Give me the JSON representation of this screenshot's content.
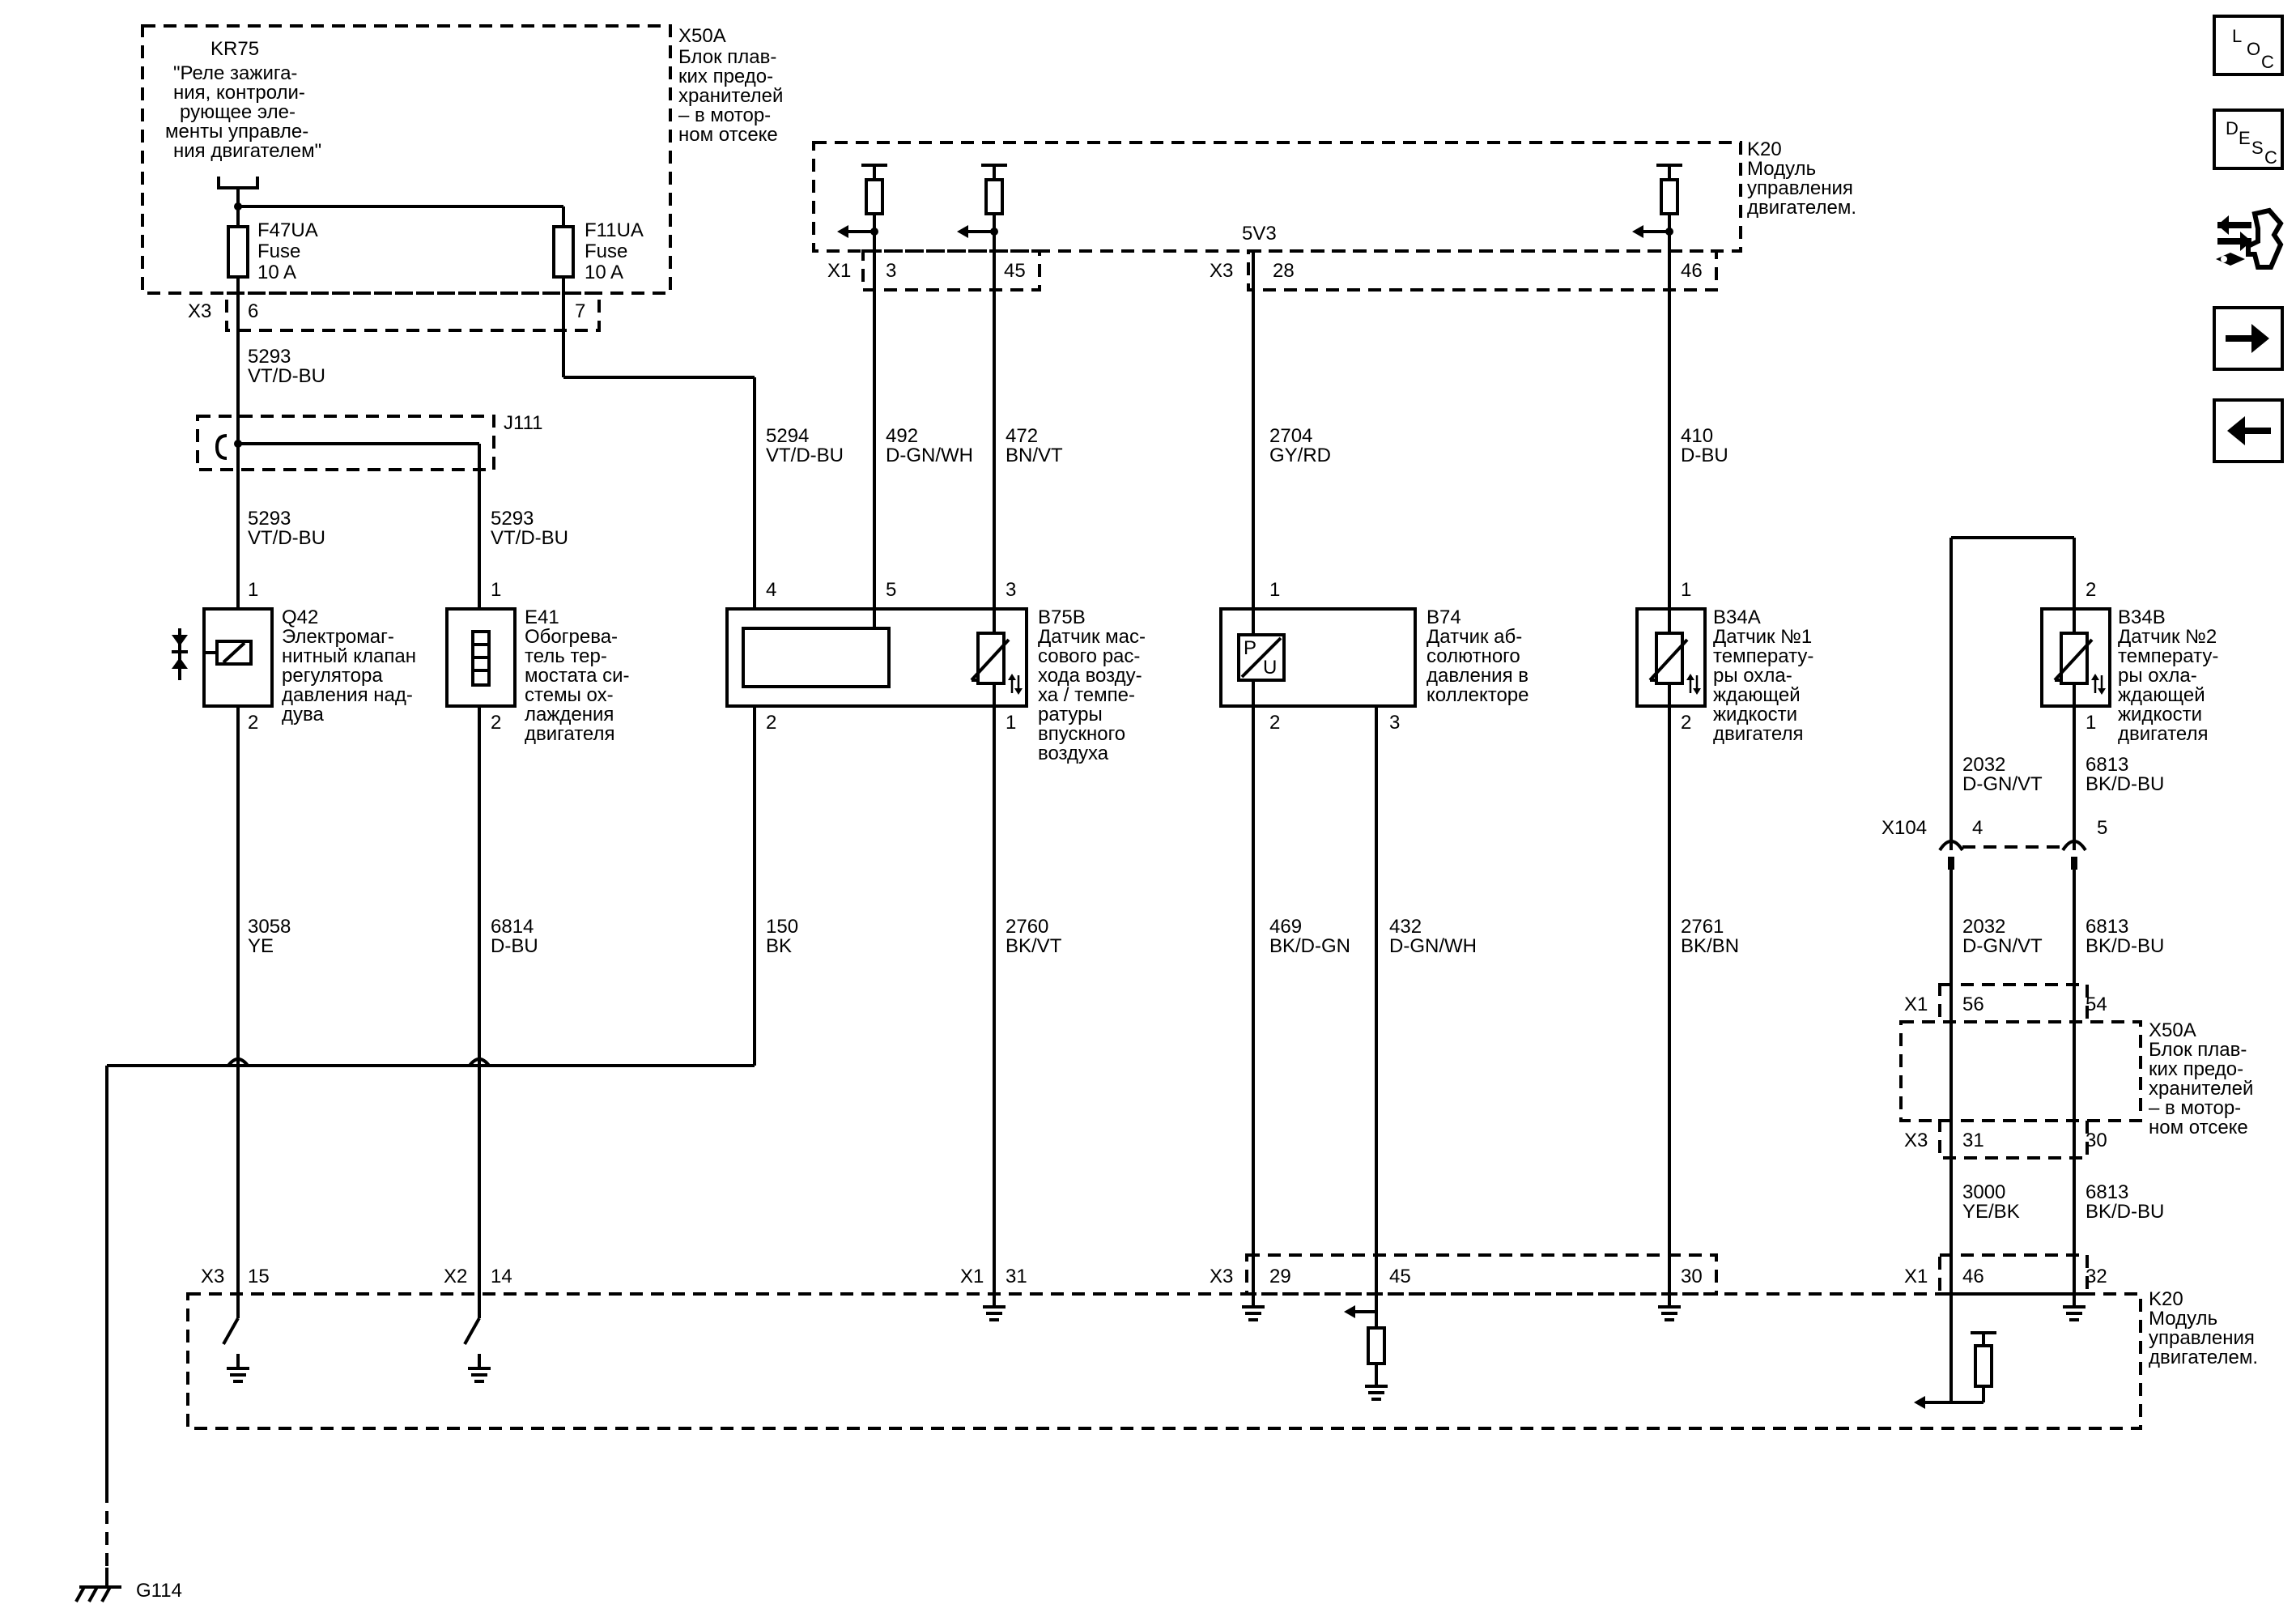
{
  "nav": {
    "loc": [
      "L",
      "O",
      "C"
    ],
    "desc": [
      "D",
      "E",
      "S",
      "C"
    ]
  },
  "top_left": {
    "kr75_id": "KR75",
    "kr75_desc": [
      "\"Реле зажига-",
      "ния, контроли-",
      "рующее эле-",
      "менты управле-",
      "ния двигателем\""
    ],
    "x50a_id": "X50A",
    "x50a_desc": [
      "Блок плав-",
      "ких предо-",
      "хранителей",
      "– в мотор-",
      "ном отсеке"
    ],
    "fuse1": [
      "F47UA",
      "Fuse",
      "10 A"
    ],
    "fuse2": [
      "F11UA",
      "Fuse",
      "10 A"
    ],
    "conn": "X3",
    "pin1": "6",
    "pin2": "7"
  },
  "k20_top": {
    "id": "K20",
    "desc": [
      "Модуль",
      "управления",
      "двигателем."
    ],
    "x1": "X1",
    "x3": "X3",
    "pins": [
      "3",
      "45",
      "28",
      "46"
    ],
    "v5": "5V3"
  },
  "wires": {
    "w5293a": [
      "5293",
      "VT/D-BU"
    ],
    "j111": "J111",
    "w5293b": [
      "5293",
      "VT/D-BU"
    ],
    "w5293c": [
      "5293",
      "VT/D-BU"
    ],
    "w5294": [
      "5294",
      "VT/D-BU"
    ],
    "w492": [
      "492",
      "D-GN/WH"
    ],
    "w472": [
      "472",
      "BN/VT"
    ],
    "w2704": [
      "2704",
      "GY/RD"
    ],
    "w410": [
      "410",
      "D-BU"
    ],
    "w3058": [
      "3058",
      "YE"
    ],
    "w6814": [
      "6814",
      "D-BU"
    ],
    "w150": [
      "150",
      "BK"
    ],
    "w2760": [
      "2760",
      "BK/VT"
    ],
    "w469": [
      "469",
      "BK/D-GN"
    ],
    "w432": [
      "432",
      "D-GN/WH"
    ],
    "w2761": [
      "2761",
      "BK/BN"
    ],
    "w2032a": [
      "2032",
      "D-GN/VT"
    ],
    "w6813a": [
      "6813",
      "BK/D-BU"
    ],
    "w2032b": [
      "2032",
      "D-GN/VT"
    ],
    "w6813b": [
      "6813",
      "BK/D-BU"
    ],
    "w3000": [
      "3000",
      "YE/BK"
    ],
    "w6813c": [
      "6813",
      "BK/D-BU"
    ]
  },
  "components": {
    "q42": {
      "id": "Q42",
      "desc": [
        "Электромаг-",
        "нитный клапан",
        "регулятора",
        "давления над-",
        "дува"
      ],
      "p1": "1",
      "p2": "2"
    },
    "e41": {
      "id": "E41",
      "desc": [
        "Обогрева-",
        "тель тер-",
        "мостата си-",
        "стемы ох-",
        "лаждения",
        "двигателя"
      ],
      "p1": "1",
      "p2": "2"
    },
    "b75b": {
      "id": "B75B",
      "desc": [
        "Датчик мас-",
        "сового рас-",
        "хода возду-",
        "ха / темпе-",
        "ратуры",
        "впускного",
        "воздуха"
      ],
      "p4": "4",
      "p5": "5",
      "p3": "3",
      "p2": "2",
      "p1": "1"
    },
    "b74": {
      "id": "B74",
      "desc": [
        "Датчик аб-",
        "солютного",
        "давления в",
        "коллекторе"
      ],
      "p1": "1",
      "p2": "2",
      "p3": "3",
      "pu": [
        "P",
        "U"
      ]
    },
    "b34a": {
      "id": "B34A",
      "desc": [
        "Датчик №1",
        "температу-",
        "ры охла-",
        "ждающей",
        "жидкости",
        "двигателя"
      ],
      "p1": "1",
      "p2": "2"
    },
    "b34b": {
      "id": "B34B",
      "desc": [
        "Датчик №2",
        "температу-",
        "ры охла-",
        "ждающей",
        "жидкости",
        "двигателя"
      ],
      "p2": "2",
      "p1": "1"
    }
  },
  "x104": {
    "id": "X104",
    "p4": "4",
    "p5": "5"
  },
  "x50a_right": {
    "x1": "X1",
    "p56": "56",
    "p54": "54",
    "id": "X50A",
    "desc": [
      "Блок плав-",
      "ких предо-",
      "хранителей",
      "– в мотор-",
      "ном отсеке"
    ],
    "x3": "X3",
    "p31": "31",
    "p30": "30"
  },
  "k20_bottom": {
    "id": "K20",
    "desc": [
      "Модуль",
      "управления",
      "двигателем."
    ],
    "c1": "X3",
    "p15": "15",
    "c2": "X2",
    "p14": "14",
    "c3": "X1",
    "p31": "31",
    "c4": "X3",
    "p29": "29",
    "p45": "45",
    "p30": "30",
    "c5": "X1",
    "p46": "46",
    "p32": "32"
  },
  "ground": "G114"
}
